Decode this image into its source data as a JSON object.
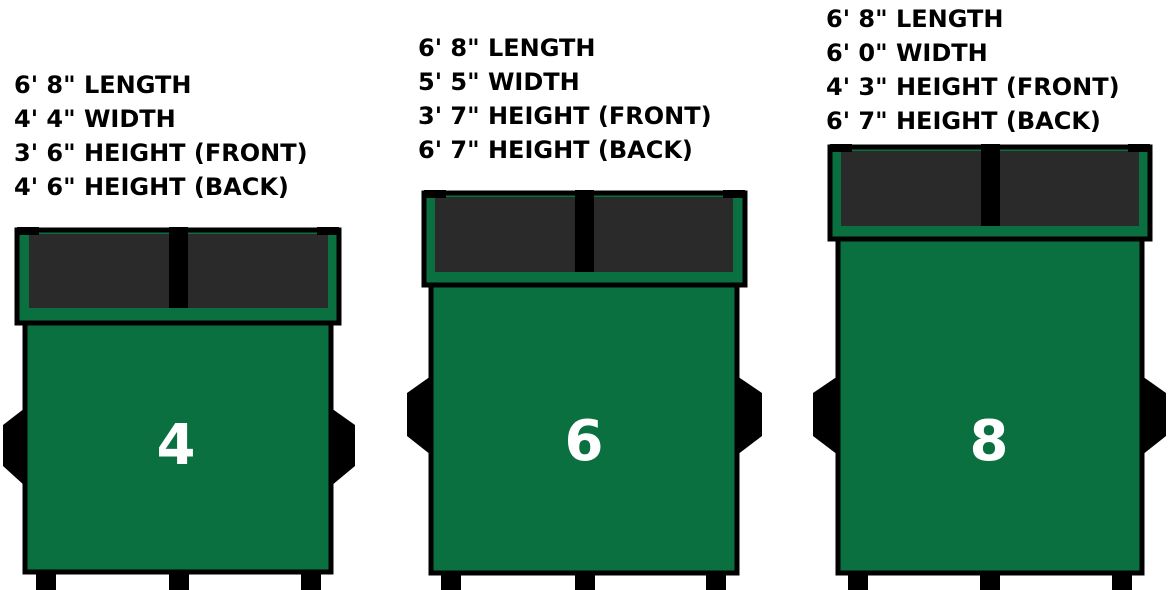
{
  "dumpsters": [
    {
      "size": "4",
      "specs": [
        "6' 8\" LENGTH",
        "4' 4\" WIDTH",
        "3' 6\" HEIGHT (FRONT)",
        "4' 6\" HEIGHT (BACK)"
      ]
    },
    {
      "size": "6",
      "specs": [
        "6' 8\" LENGTH",
        "5' 5\" WIDTH",
        "3' 7\" HEIGHT (FRONT)",
        "6' 7\" HEIGHT (BACK)"
      ]
    },
    {
      "size": "8",
      "specs": [
        "6' 8\" LENGTH",
        "6' 0\" WIDTH",
        "4' 3\" HEIGHT (FRONT)",
        "6' 7\" HEIGHT (BACK)"
      ]
    }
  ],
  "colors": {
    "body": "#0a7040",
    "lid": "#2a2a2a",
    "outline": "#000000",
    "label": "#ffffff"
  }
}
